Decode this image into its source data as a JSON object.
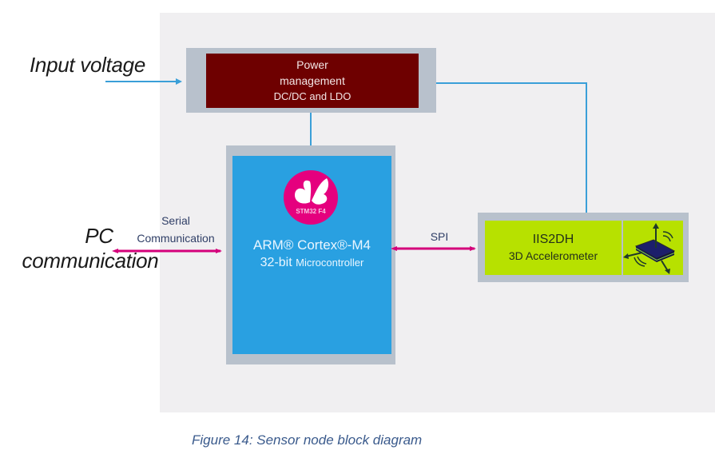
{
  "figure": {
    "caption": "Figure 14: Sensor node block diagram"
  },
  "external_labels": {
    "input_voltage": "Input voltage",
    "pc_line1": "PC",
    "pc_line2": "communication"
  },
  "blocks": {
    "power_management": {
      "line1": "Power",
      "line2": "management",
      "line3": "DC/DC  and LDO",
      "color": "#6e0000"
    },
    "microcontroller": {
      "logo_text": "STM32 F4",
      "title": "ARM® Cortex®-M4",
      "subtitle_prefix": "32-bit",
      "subtitle_suffix": "Microcontroller",
      "color": "#29a0e1",
      "logo_color": "#e5007e"
    },
    "accelerometer": {
      "name": "IIS2DH",
      "description": "3D Accelerometer",
      "color": "#b7e100",
      "icon": "accelerometer-chip-icon"
    }
  },
  "connections": {
    "serial": {
      "line1": "Serial",
      "line2": "Communication",
      "color": "#d4007a"
    },
    "spi": {
      "label": "SPI",
      "color": "#d4007a"
    },
    "power_lines_color": "#3a9fd8"
  }
}
